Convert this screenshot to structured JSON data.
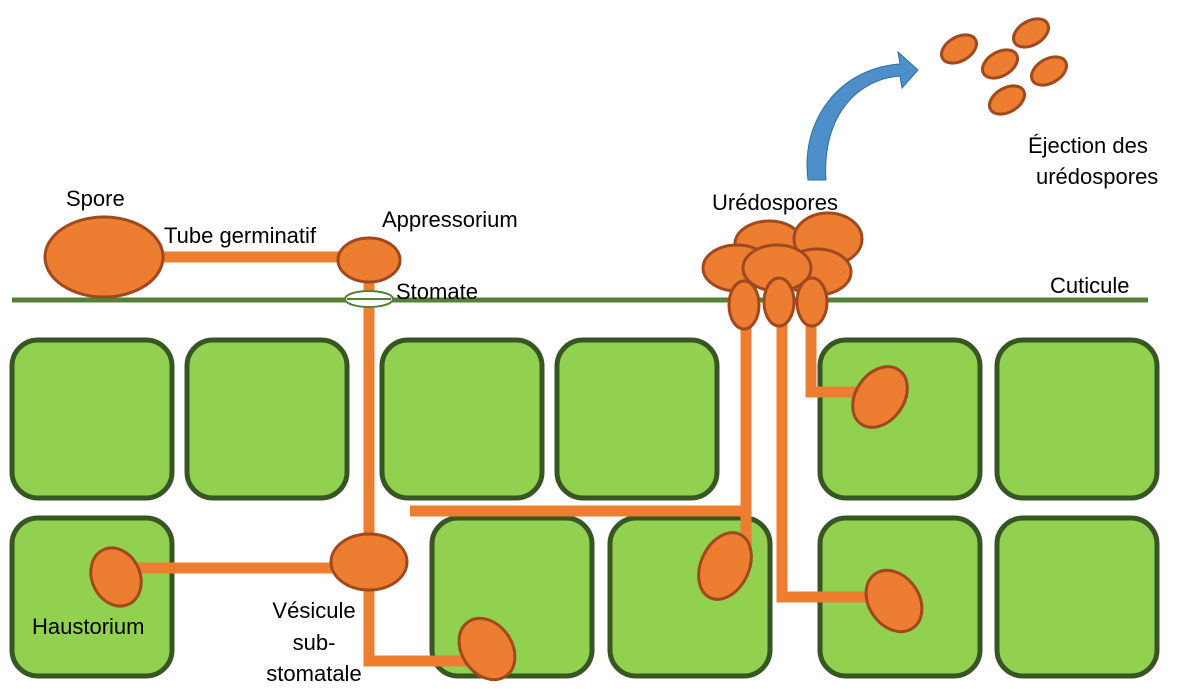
{
  "colors": {
    "fungus_fill": "#ED7D31",
    "fungus_stroke": "#A0491E",
    "cell_fill": "#92D050",
    "cell_stroke": "#375623",
    "cuticle": "#548235",
    "arrow": "#4F8FC9",
    "stomate_fill": "#ffffff"
  },
  "labels": {
    "spore": "Spore",
    "tube_germinatif": "Tube germinatif",
    "appressorium": "Appressorium",
    "stomate": "Stomate",
    "uredospores": "Urédospores",
    "cuticule": "Cuticule",
    "ejection_line1": "Éjection des",
    "ejection_line2": "urédospores",
    "haustorium": "Haustorium",
    "vesicule_line1": "Vésicule",
    "vesicule_line2": "sub-",
    "vesicule_line3": "stomatale"
  },
  "icons": {
    "ejection_arrow": "curved-arrow-icon"
  }
}
